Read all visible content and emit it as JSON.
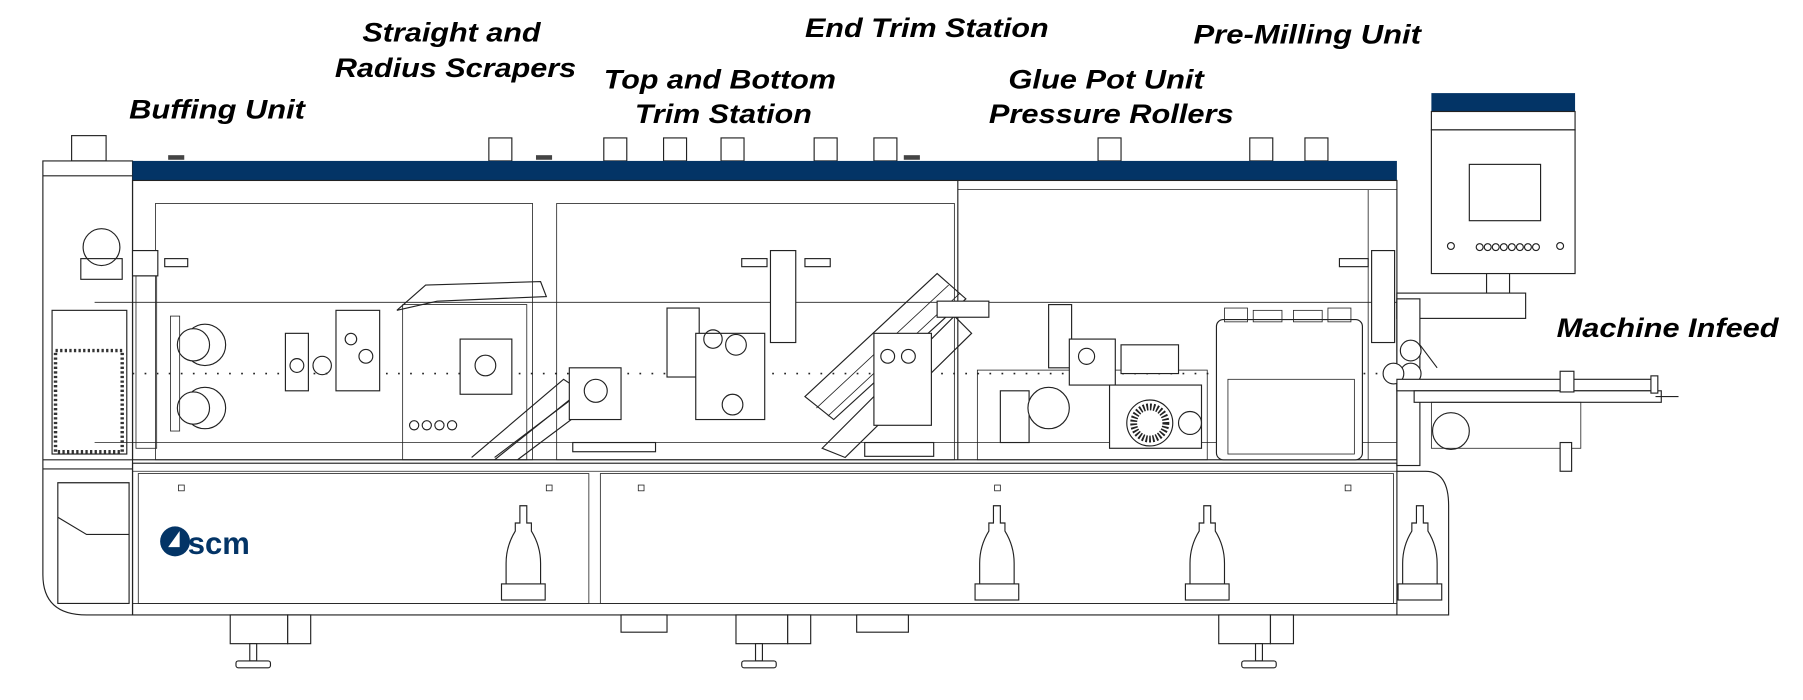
{
  "diagram": {
    "labels": {
      "buffing": "Buffing Unit",
      "scrapers_1": "Straight and",
      "scrapers_2": "Radius Scrapers",
      "trim_1": "Top and Bottom",
      "trim_2": "Trim Station",
      "end_trim": "End Trim Station",
      "glue_1": "Glue Pot Unit",
      "glue_2": "Pressure Rollers",
      "premilling": "Pre-Milling Unit",
      "infeed": "Machine Infeed"
    },
    "brand": "scm",
    "colors": {
      "brand_blue": "#033466",
      "line": "#222222"
    }
  }
}
